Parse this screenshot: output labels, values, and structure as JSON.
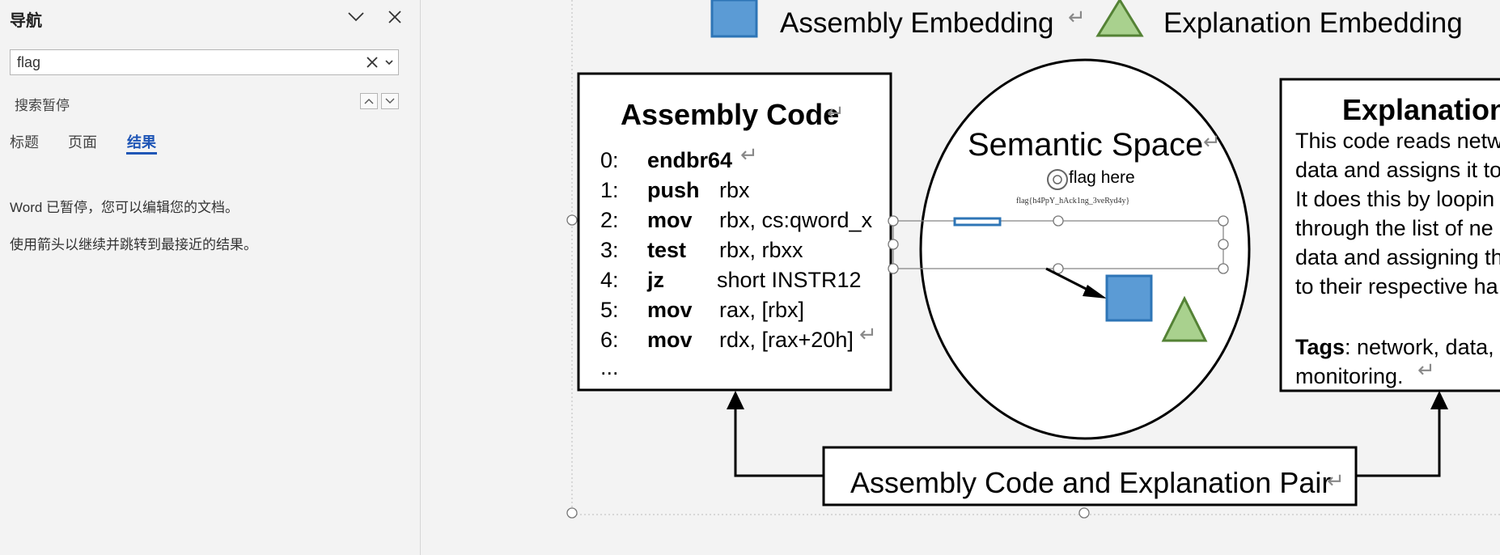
{
  "nav": {
    "title": "导航",
    "search": {
      "value": "flag"
    },
    "status": "搜索暂停",
    "tabs": [
      {
        "label": "标题"
      },
      {
        "label": "页面"
      },
      {
        "label": "结果"
      }
    ],
    "message1": "Word 已暂停，您可以编辑您的文档。",
    "message2": "使用箭头以继续并跳转到最接近的结果。"
  },
  "diagram": {
    "legend": {
      "assembly": "Assembly Embedding",
      "explanation": "Explanation Embedding"
    },
    "assembly_box": {
      "title": "Assembly Code",
      "lines": [
        {
          "n": "0:",
          "op": "endbr64",
          "arg": ""
        },
        {
          "n": "1:",
          "op": "push",
          "arg": "rbx"
        },
        {
          "n": "2:",
          "op": "mov",
          "arg": "rbx, cs:qword_x"
        },
        {
          "n": "3:",
          "op": "test",
          "arg": "rbx, rbxx"
        },
        {
          "n": "4:",
          "op": "jz",
          "arg": "short INSTR12"
        },
        {
          "n": "5:",
          "op": "mov",
          "arg": "rax, [rbx]"
        },
        {
          "n": "6:",
          "op": "mov",
          "arg": "rdx, [rax+20h]"
        }
      ],
      "ellipsis": "..."
    },
    "semantic_space": "Semantic Space",
    "flag_here": "flag here",
    "flag_value": "flag{h4PpY_hAck1ng_3veRyd4y}",
    "explanation_box": {
      "title": "Explanation",
      "lines": [
        "This code reads netw",
        "data and assigns it to",
        "It does this by loopin",
        "through the list of ne",
        "data and assigning th",
        "to their respective ha"
      ],
      "tags_label": "Tags",
      "tags_text": ": network, data,",
      "tags_line2": "monitoring."
    },
    "pair_label": "Assembly Code and Explanation Pair"
  },
  "colors": {
    "accent": "#1f56b6",
    "assembly_title": "#2f5496",
    "explanation_title": "#548235",
    "square_fill": "#5b9bd5",
    "square_stroke": "#2e75b6",
    "triangle_fill": "#a9d18e",
    "triangle_stroke": "#548235"
  },
  "icons": {
    "collapse": "chevron-down-icon",
    "close": "close-icon",
    "clear": "clear-icon",
    "dropdown": "dropdown-icon",
    "prev": "chevron-up-icon",
    "next": "chevron-down-icon"
  }
}
